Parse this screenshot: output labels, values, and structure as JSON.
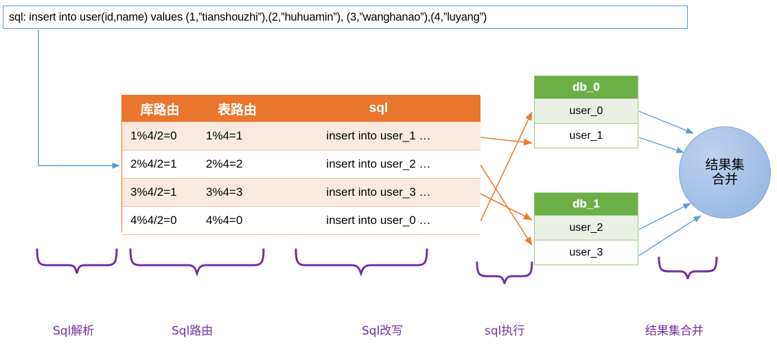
{
  "sql_callout": {
    "text": "sql: insert into user(id,name) values (1,”tianshouzhi”),(2,”huhuamin”), (3,”wanghanao”),(4,”luyang”)"
  },
  "route_table": {
    "headers": [
      "库路由",
      "表路由",
      "sql"
    ],
    "rows": [
      {
        "db_route": "1%4/2=0",
        "tbl_route": "1%4=1",
        "sql": "insert into user_1 …"
      },
      {
        "db_route": "2%4/2=1",
        "tbl_route": "2%4=2",
        "sql": "insert into user_2 …"
      },
      {
        "db_route": "3%4/2=1",
        "tbl_route": "3%4=3",
        "sql": "insert into user_3 …"
      },
      {
        "db_route": "4%4/2=0",
        "tbl_route": "4%4=0",
        "sql": "insert into user_0 …"
      }
    ]
  },
  "databases": [
    {
      "name": "db_0",
      "tables": [
        "user_0",
        "user_1"
      ]
    },
    {
      "name": "db_1",
      "tables": [
        "user_2",
        "user_3"
      ]
    }
  ],
  "merge_node": {
    "label_line1": "结果集",
    "label_line2": "合并"
  },
  "stage_labels": [
    {
      "text": "Sql解析"
    },
    {
      "text": "Sql路由"
    },
    {
      "text": "Sql改写"
    },
    {
      "text": "sql执行"
    },
    {
      "text": "结果集合并"
    }
  ],
  "colors": {
    "sql_box_border": "#5B9BD5",
    "table_header_bg": "#E8762C",
    "table_row_alt_bg": "#FCEAE1",
    "db_header_bg": "#6CAF46",
    "db_border": "#9CC97F",
    "circle_fill": "#A7C3E8",
    "arrow_orange": "#ED7D31",
    "arrow_blue": "#5B9BD5",
    "brace_purple": "#7030A0",
    "label_purple": "#7030A0"
  }
}
